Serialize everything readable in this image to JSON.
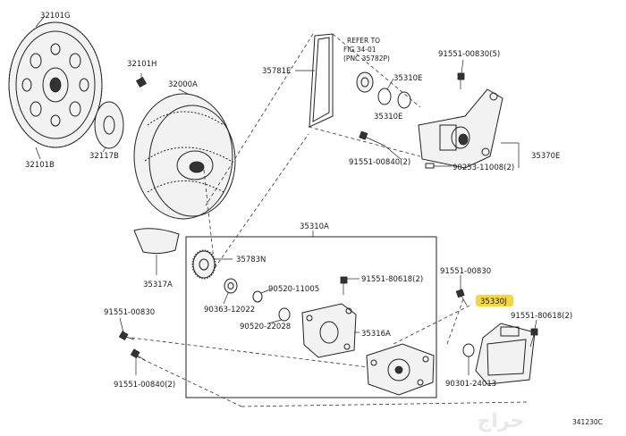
{
  "diagram_id": "341230C",
  "watermark": "حراج",
  "reference_note": [
    "REFER TO",
    "FIG 34-01",
    "(PNC 35782P)"
  ],
  "labels": {
    "p32101g": "32101G",
    "p32101h": "32101H",
    "p32000a": "32000A",
    "p32117b": "32117B",
    "p32101b": "32101B",
    "p35781e": "35781E",
    "p91551_00830_5": "91551-00830(5)",
    "p35310e_top": "35310E",
    "p35310e_bot": "35310E",
    "p35370e": "35370E",
    "p91551_00840_2_top": "91551-00840(2)",
    "p90253_11008_2": "90253-11008(2)",
    "p35310a": "35310A",
    "p35317a": "35317A",
    "p35783n": "35783N",
    "p91551_80618_2_top": "91551-80618(2)",
    "p90520_11005": "90520-11005",
    "p90363_12022": "90363-12022",
    "p90520_22028": "90520-22028",
    "p35316a": "35316A",
    "p91551_00830": "91551-00830",
    "p35330j": "35330J",
    "p91551_80618_2_right": "91551-80618(2)",
    "p91551_00830_left": "91551-00830",
    "p91551_00840_2_left": "91551-00840(2)",
    "p90301_24013": "90301-24013"
  },
  "highlight_color": "#f7d54a"
}
